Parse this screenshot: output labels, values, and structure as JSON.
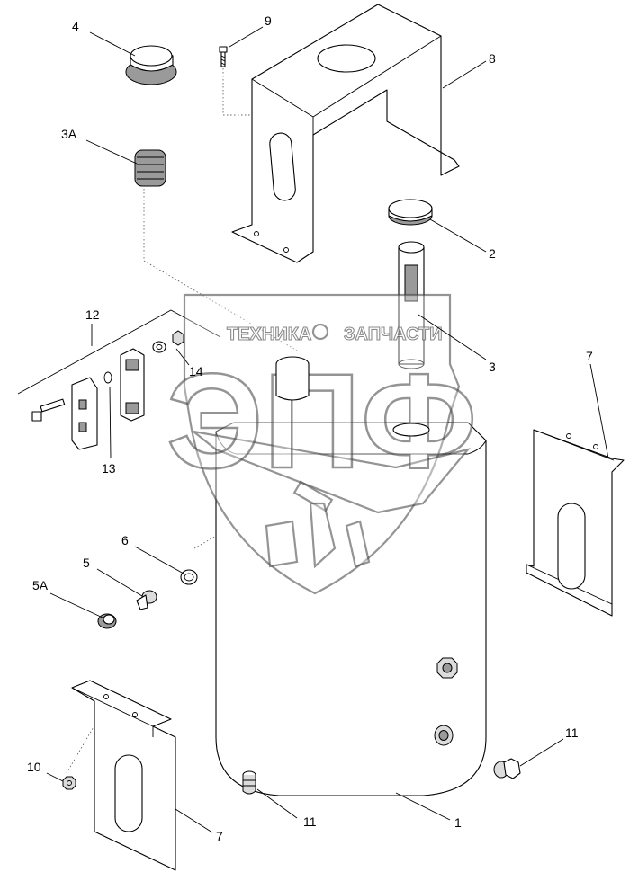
{
  "callouts": {
    "c1": "1",
    "c2": "2",
    "c3": "3",
    "c3a": "3A",
    "c4": "4",
    "c5": "5",
    "c5a": "5A",
    "c6": "6",
    "c7_right": "7",
    "c7_bottom": "7",
    "c8": "8",
    "c9": "9",
    "c10": "10",
    "c11_right": "11",
    "c11_bottom": "11",
    "c12": "12",
    "c13": "13",
    "c14": "14"
  },
  "watermark": {
    "company_left": "ТЕХНИКА",
    "company_right": "ЗАПЧАСТИ",
    "logo_letters": "ЭПФ"
  },
  "colors": {
    "line": "#000000",
    "background": "#ffffff"
  }
}
